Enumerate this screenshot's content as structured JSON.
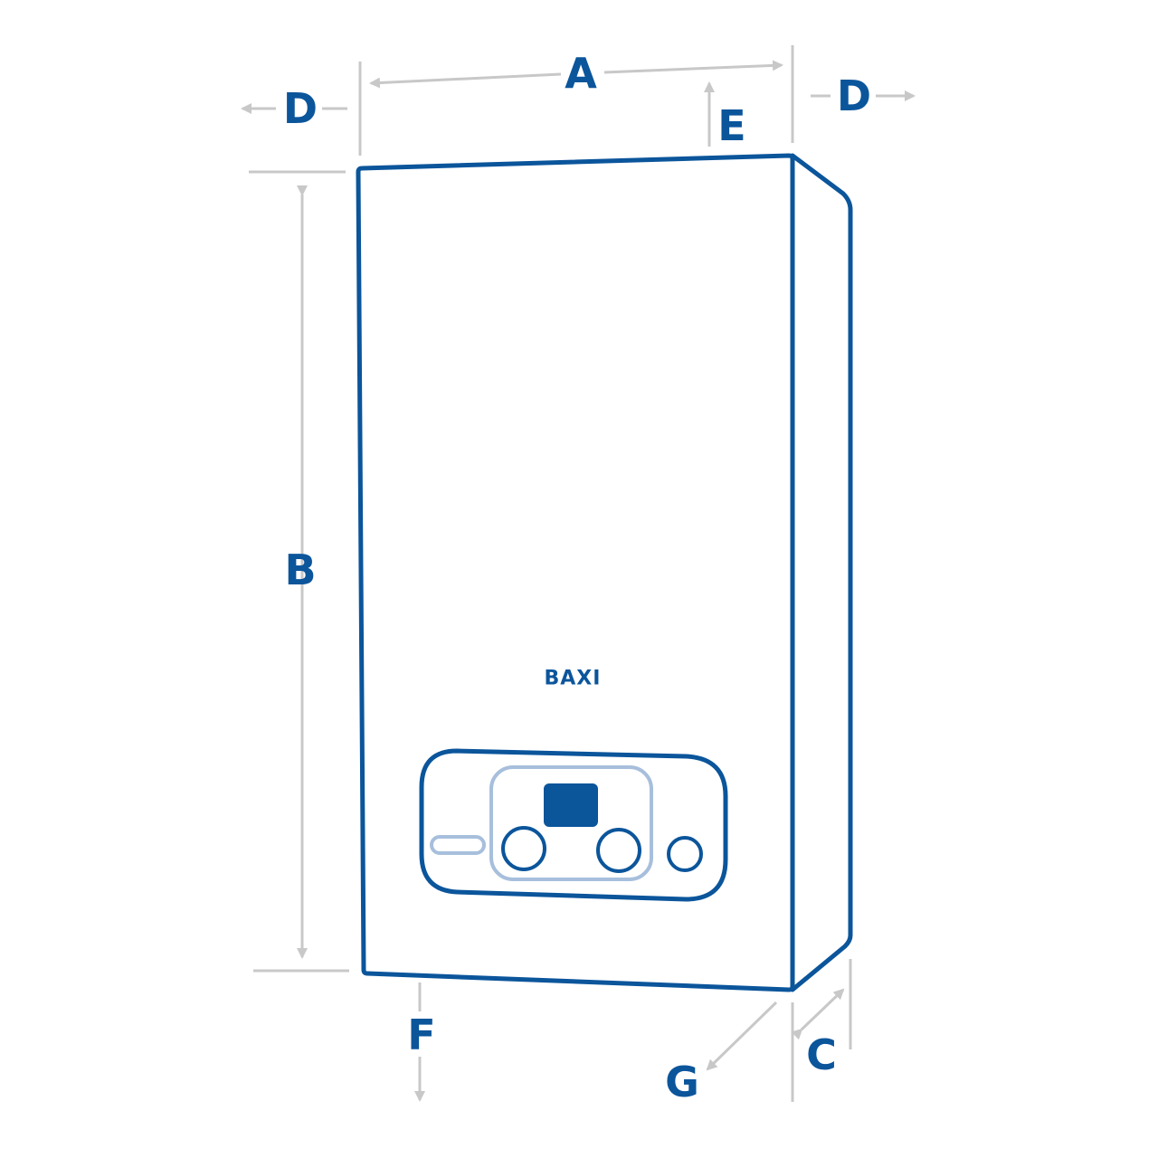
{
  "brand": {
    "name": "BAXI"
  },
  "dimensions": {
    "width": "A",
    "height": "B",
    "depth": "C",
    "side_clearance_left": "D",
    "side_clearance_right": "D",
    "top_clearance": "E",
    "bottom_clearance": "F",
    "front_clearance": "G"
  },
  "colors": {
    "outline": "#0b559b",
    "guide": "#c8c8c8",
    "panel_inner": "#a7bfdc",
    "display": "#0b559b"
  }
}
